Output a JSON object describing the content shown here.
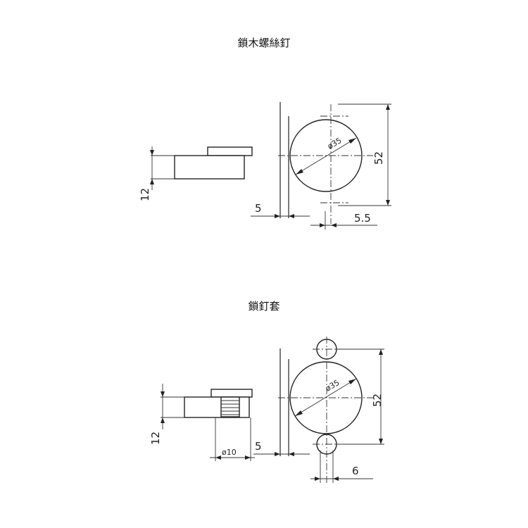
{
  "top_drawing": {
    "title": "鎖木螺絲釘",
    "height_dim": "12",
    "diameter_dim": "ø35",
    "spacing_dim": "52",
    "offset_dim": "5",
    "edge_dim": "5.5"
  },
  "bottom_drawing": {
    "title": "鎖釘套",
    "height_dim": "12",
    "sleeve_dim": "ø10",
    "diameter_dim": "ø35",
    "spacing_dim": "52",
    "offset_dim": "5",
    "edge_dim": "6"
  }
}
